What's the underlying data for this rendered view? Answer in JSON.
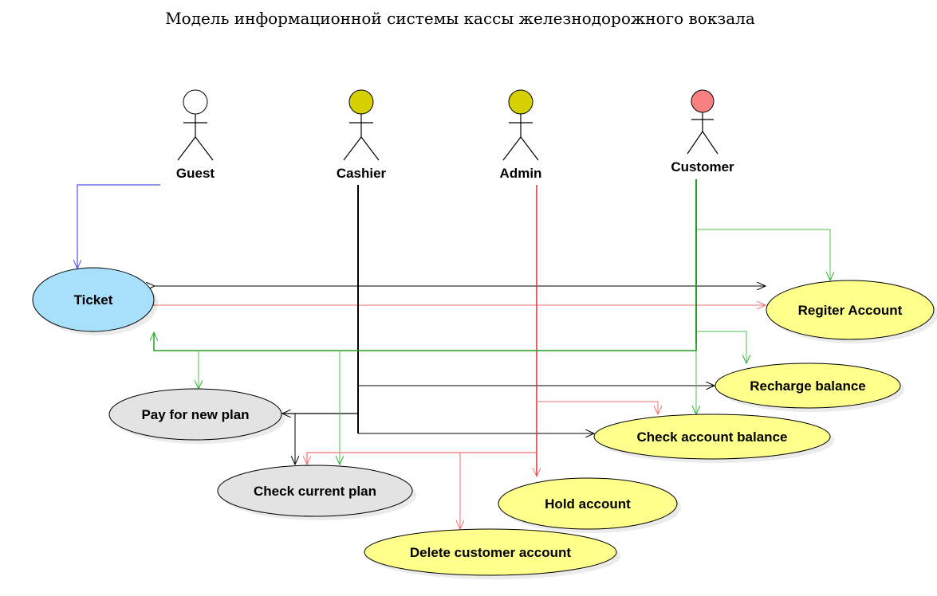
{
  "title": "Модель информационной системы кассы железнодорожного вокзала",
  "colors": {
    "guest_head": "#ffffff",
    "cashier_head": "#d6d000",
    "admin_head": "#d6d000",
    "customer_head": "#f88080",
    "ticket_fill": "#a8e0fb",
    "gray_fill": "#e3e3e3",
    "yellow_fill": "#ffff8c",
    "guest_line": "#5050e8",
    "cashier_line": "#000000",
    "admin_line": "#e03030",
    "customer_line": "#20a020",
    "customer_line_light": "#50c050",
    "admin_line_light": "#f07070"
  },
  "actors": {
    "guest": {
      "label": "Guest"
    },
    "cashier": {
      "label": "Cashier"
    },
    "admin": {
      "label": "Admin"
    },
    "customer": {
      "label": "Customer"
    }
  },
  "use_cases": {
    "ticket": {
      "label": "Ticket"
    },
    "register_account": {
      "label": "Regiter Account"
    },
    "recharge_balance": {
      "label": "Recharge balance"
    },
    "check_account_balance": {
      "label": "Check account balance"
    },
    "pay_for_new_plan": {
      "label": "Pay for new plan"
    },
    "check_current_plan": {
      "label": "Check current plan"
    },
    "hold_account": {
      "label": "Hold account"
    },
    "delete_customer_account": {
      "label": "Delete customer account"
    }
  }
}
